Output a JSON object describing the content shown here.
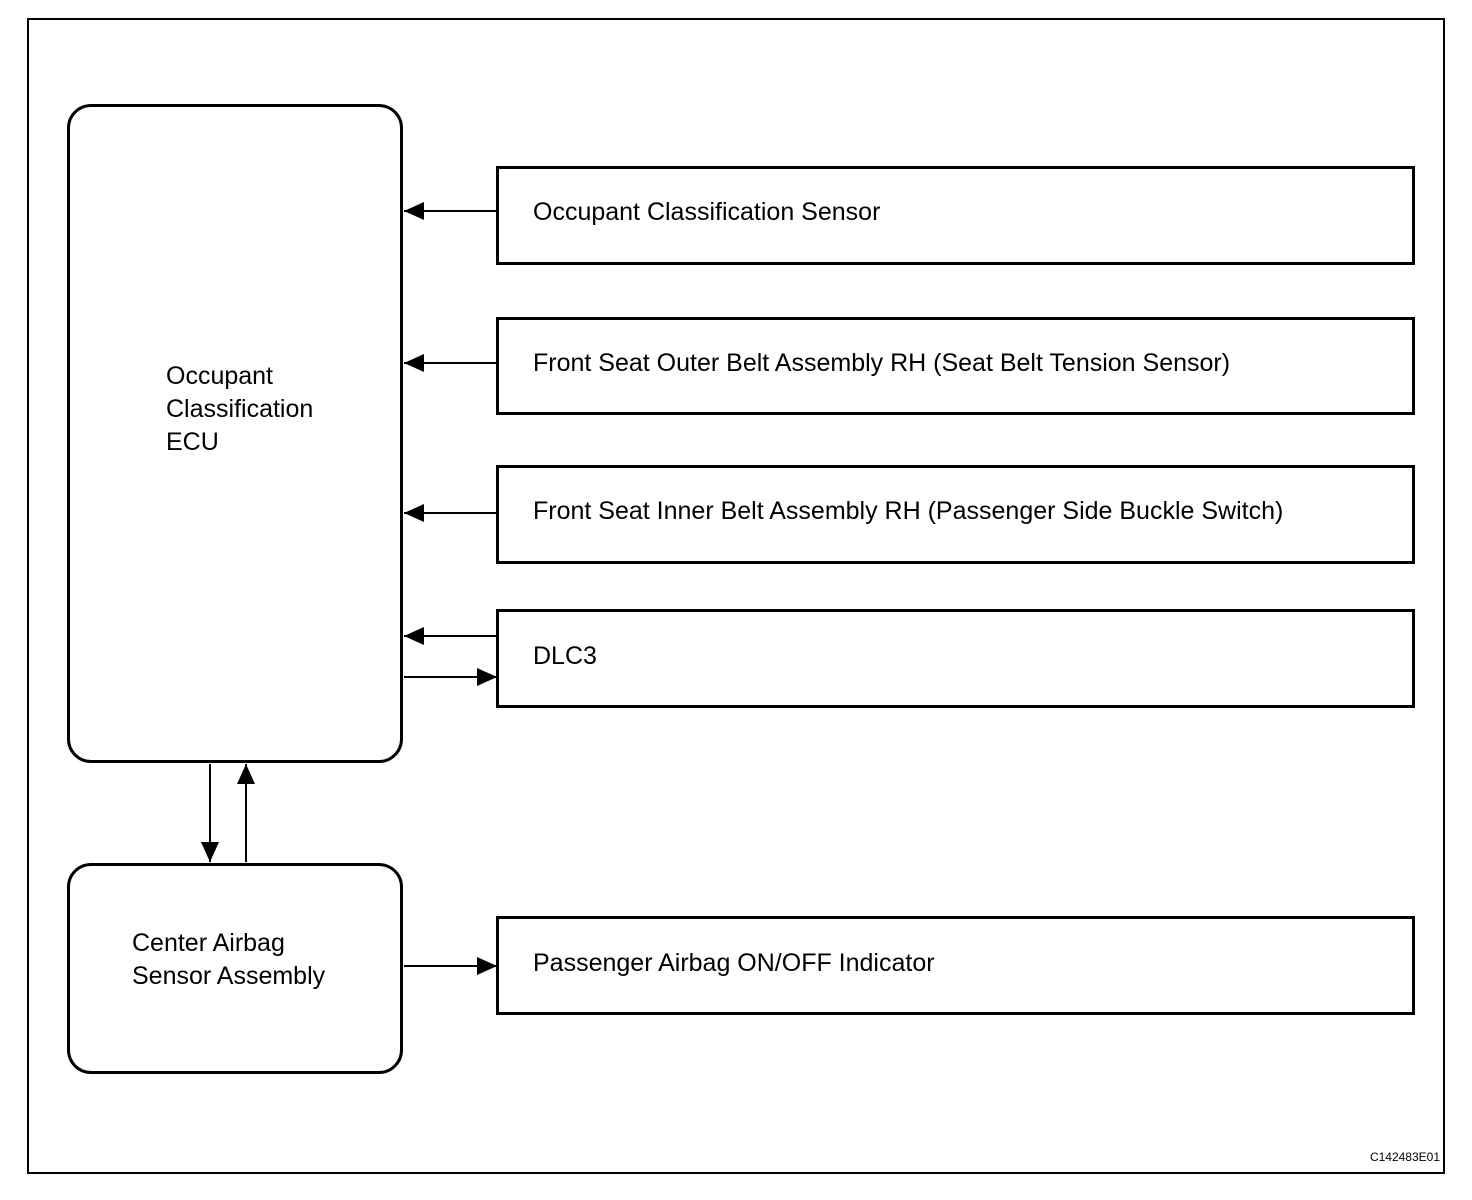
{
  "ecu": {
    "lines": [
      "Occupant",
      "Classification",
      "ECU"
    ]
  },
  "airbag_sensor": {
    "lines": [
      "Center Airbag",
      "Sensor Assembly"
    ]
  },
  "boxes": {
    "occupant_sensor": "Occupant Classification Sensor",
    "outer_belt": "Front Seat Outer Belt Assembly RH (Seat Belt Tension Sensor)",
    "inner_belt": "Front Seat Inner Belt Assembly RH (Passenger Side Buckle Switch)",
    "dlc3": "DLC3",
    "indicator": "Passenger Airbag ON/OFF Indicator"
  },
  "reference_code": "C142483E01"
}
